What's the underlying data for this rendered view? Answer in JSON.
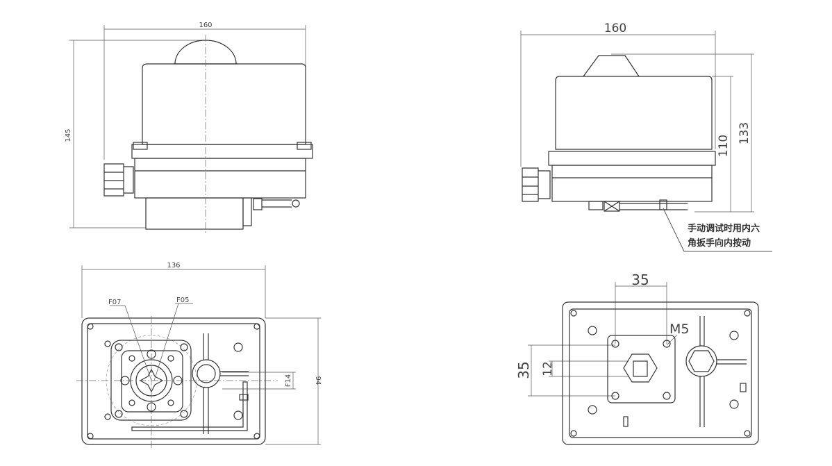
{
  "front_view": {
    "width_dim": "160",
    "height_dim": "145"
  },
  "side_view": {
    "width_dim": "160",
    "height_dim_1": "110",
    "height_dim_2": "133",
    "note_line1": "手动调试时用内六",
    "note_line2": "角扳手向内按动"
  },
  "bottom_view": {
    "width_dim": "136",
    "height_dim": "94",
    "flange_f07": "F07",
    "flange_f05": "F05",
    "square_f14": "F14"
  },
  "mount_view": {
    "hole_spacing_h": "35",
    "hole_spacing_v": "35",
    "thread": "M5",
    "square_dim": "12"
  }
}
